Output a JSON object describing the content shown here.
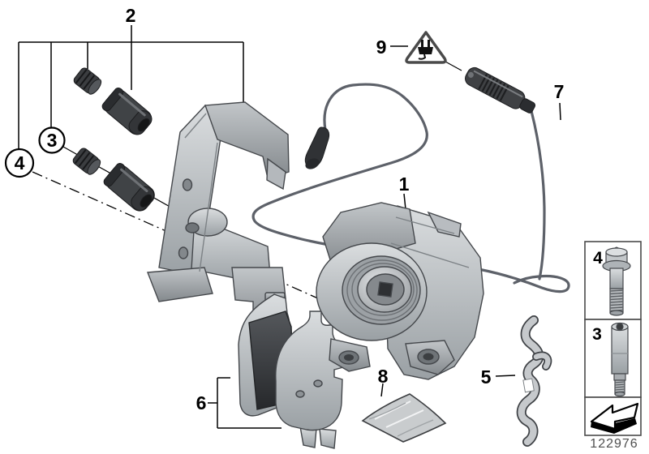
{
  "callouts": {
    "item1": "1",
    "item2": "2",
    "item3": "3",
    "item4": "4",
    "item5": "5",
    "item6": "6",
    "item7": "7",
    "item8": "8",
    "item9": "9"
  },
  "legend": {
    "bolt": "4",
    "guide_pin": "3"
  },
  "part_number": "122976",
  "icons": {
    "warning": "warning-electrical-plug-icon",
    "direction": "direction-arrow-icon"
  },
  "colors": {
    "background": "#ffffff",
    "outline": "#3b3e42",
    "part_light": "#c9ccce",
    "part_mid": "#a8adb1",
    "part_dark": "#3a3d40",
    "rubber_dark": "#35373a",
    "cable": "#5d6169",
    "label": "#000000",
    "part_number_text": "#4f4f4f"
  }
}
